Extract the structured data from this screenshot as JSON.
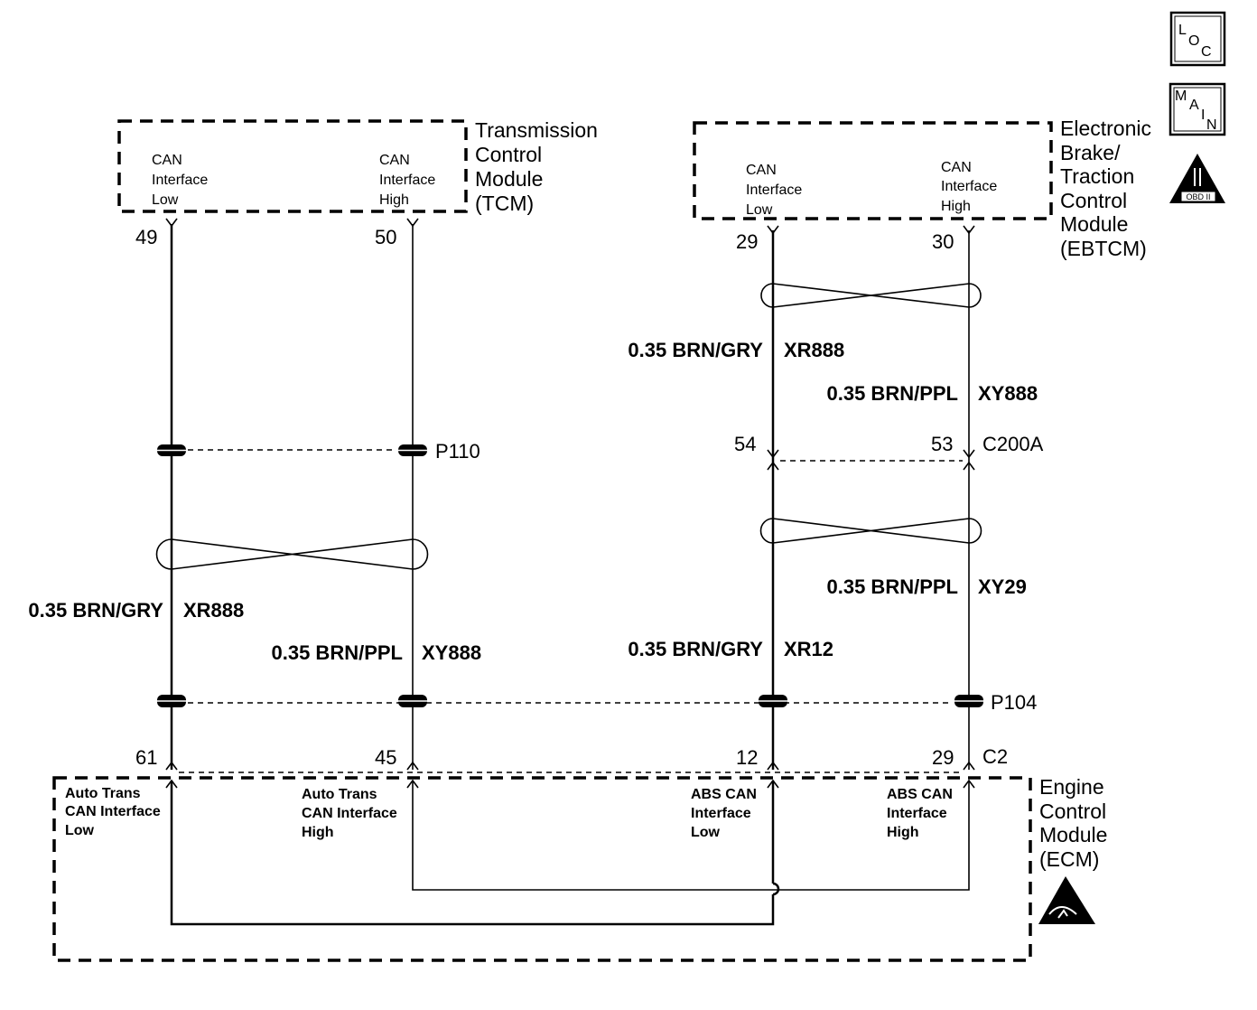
{
  "icons": {
    "loc": {
      "l": "L",
      "o": "O",
      "c": "C"
    },
    "main": {
      "m": "M",
      "a": "A",
      "i": "I",
      "n": "N"
    },
    "obd": "OBD II"
  },
  "tcm": {
    "name": [
      "Transmission",
      "Control",
      "Module",
      "(TCM)"
    ],
    "low_label": [
      "CAN",
      "Interface",
      "Low"
    ],
    "high_label": [
      "CAN",
      "Interface",
      "High"
    ],
    "pin_low": "49",
    "pin_high": "50"
  },
  "ebtcm": {
    "name": [
      "Electronic",
      "Brake/",
      "Traction",
      "Control",
      "Module",
      "(EBTCM)"
    ],
    "low_label": [
      "CAN",
      "Interface",
      "Low"
    ],
    "high_label": [
      "CAN",
      "Interface",
      "High"
    ],
    "pin_low": "29",
    "pin_high": "30"
  },
  "ecm": {
    "name": [
      "Engine",
      "Control",
      "Module",
      "(ECM)"
    ],
    "labels": [
      [
        "Auto Trans",
        "CAN Interface",
        "Low"
      ],
      [
        "Auto Trans",
        "CAN Interface",
        "High"
      ],
      [
        "ABS CAN",
        "Interface",
        "Low"
      ],
      [
        "ABS CAN",
        "Interface",
        "High"
      ]
    ],
    "pins": [
      "61",
      "45",
      "12",
      "29"
    ],
    "connector": "C2"
  },
  "wires": {
    "ebtcm_low_upper": {
      "gauge": "0.35 BRN/GRY",
      "circuit": "XR888"
    },
    "ebtcm_high_upper": {
      "gauge": "0.35 BRN/PPL",
      "circuit": "XY888"
    },
    "ebtcm_low_lower": {
      "gauge": "0.35 BRN/GRY",
      "circuit": "XR12"
    },
    "ebtcm_high_lower": {
      "gauge": "0.35 BRN/PPL",
      "circuit": "XY29"
    },
    "tcm_low": {
      "gauge": "0.35 BRN/GRY",
      "circuit": "XR888"
    },
    "tcm_high": {
      "gauge": "0.35 BRN/PPL",
      "circuit": "XY888"
    }
  },
  "connectors": {
    "c200a": {
      "name": "C200A",
      "pin_low": "54",
      "pin_high": "53"
    },
    "p110": "P110",
    "p104": "P104"
  }
}
